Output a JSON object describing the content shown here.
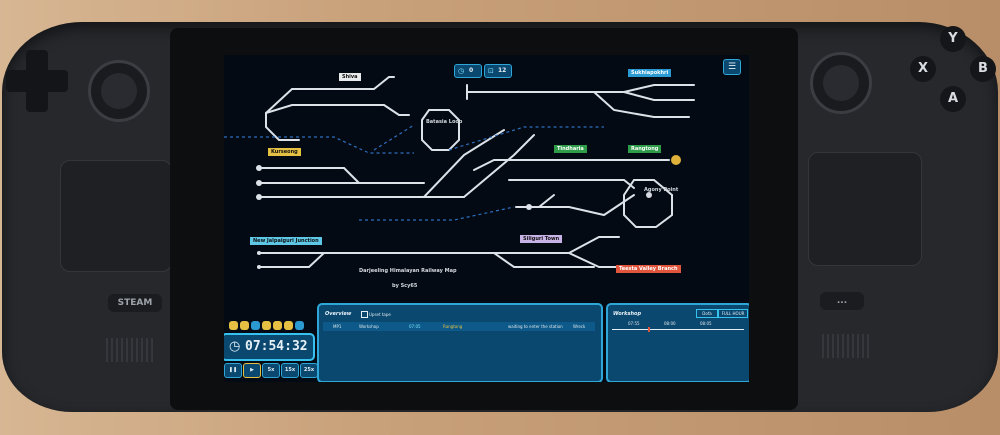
{
  "device": {
    "left_buttons": {
      "steam": "STEAM"
    },
    "face_buttons": {
      "y": "Y",
      "x": "X",
      "b": "B",
      "a": "A"
    },
    "right_menu": "..."
  },
  "game": {
    "header": {
      "counter_a": "0",
      "counter_b": "12"
    },
    "stations": {
      "shiva": "Shiva",
      "sukhiapokhri": "Sukhiapokhri",
      "kurseong": "Kurseong",
      "tindharia": "Tindharia",
      "rangtong": "Rangtong",
      "new_jalpaiguri": "New Jalpaiguri Junction",
      "siliguri_town": "Siliguri Town",
      "teesta_valley": "Teesta Valley Branch"
    },
    "map_text": {
      "batasia": "Batasia Loop",
      "agony": "Agony Point",
      "title": "Darjeeling Himalayan Railway Map",
      "author": "by Scy65"
    },
    "clock": "07:54:32",
    "speeds": [
      "5x",
      "15x",
      "25x"
    ],
    "overview": {
      "title": "Overview",
      "checkbox": "Upset tape",
      "row": {
        "id": "MP1",
        "location": "Workshop",
        "clock": "07:05",
        "from": "Rangtong",
        "status": "waiting to enter the station",
        "extra": "Wreck"
      }
    },
    "workshop": {
      "title": "Workshop",
      "select": "Dofa",
      "fullhour": "FULL HOUR",
      "times": [
        "07:55",
        "08:00",
        "08:05"
      ]
    }
  }
}
